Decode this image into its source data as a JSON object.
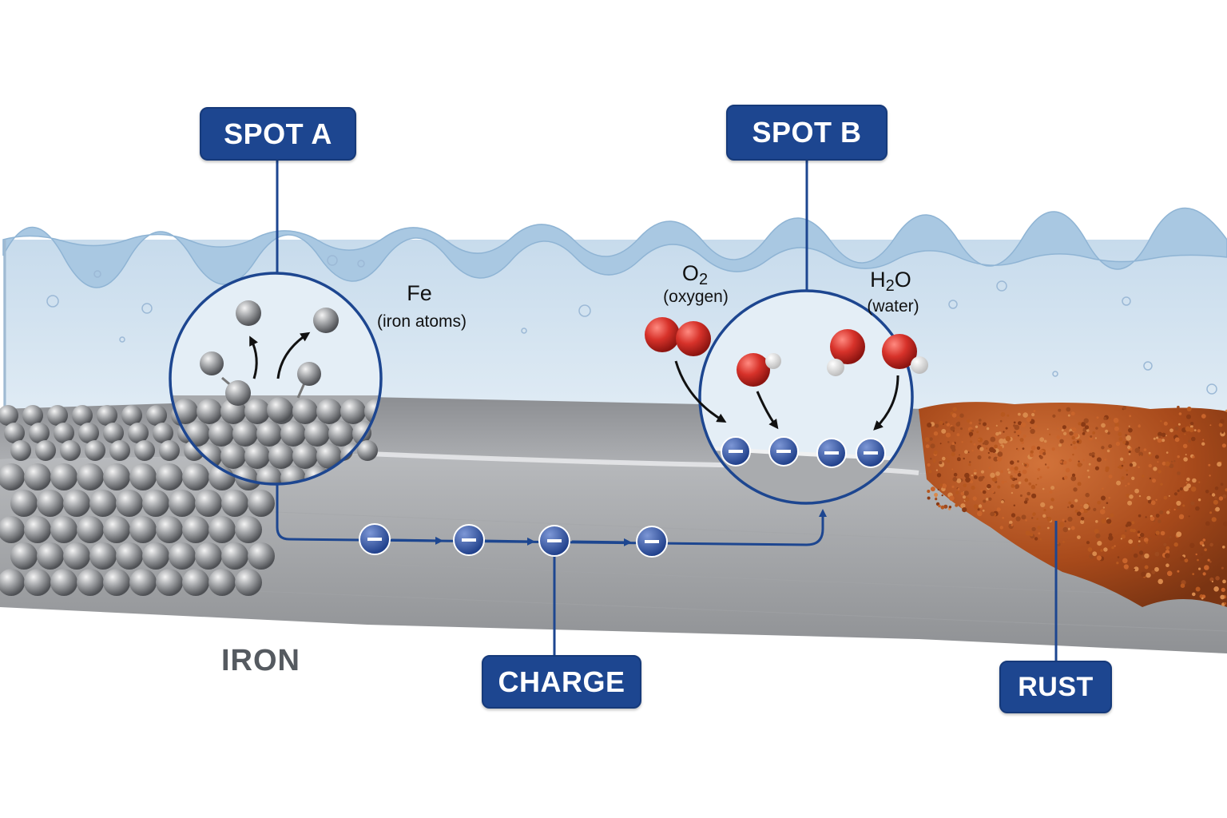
{
  "callouts": {
    "spot_a": "SPOT A",
    "spot_b": "SPOT B",
    "charge": "CHARGE",
    "rust": "RUST"
  },
  "labels": {
    "iron_symbol": "Fe",
    "iron_desc": "(iron atoms)",
    "oxygen_base": "O",
    "oxygen_sub": "2",
    "oxygen_desc": "(oxygen)",
    "water_h": "H",
    "water_sub": "2",
    "water_o": "O",
    "water_desc": "(water)",
    "electron_sign": "−",
    "metal": "IRON"
  },
  "colors": {
    "callout_bg": "#1d4690",
    "water": "#dbe8f3",
    "iron": "#9a9ca0",
    "rust": "#b4551e",
    "oxygen_atom": "#cc2a22",
    "hydrogen_atom": "#f2f2f2",
    "electron": "#2b4ea0"
  }
}
